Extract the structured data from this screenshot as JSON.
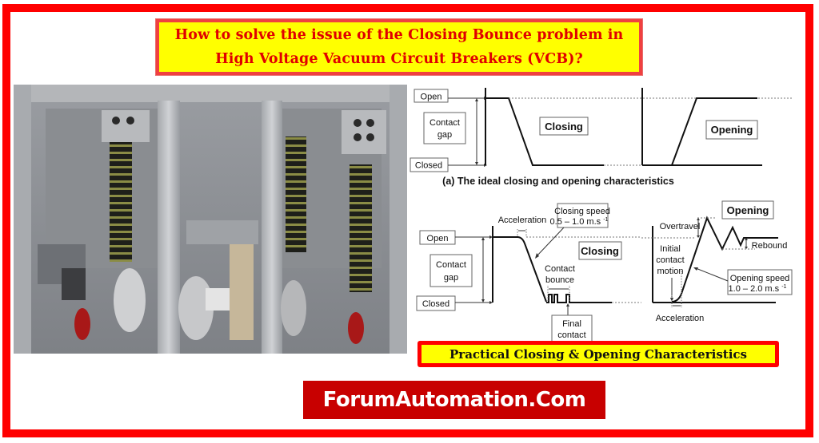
{
  "title": {
    "line1": "How to solve the issue of the Closing Bounce problem in",
    "line2": "High Voltage Vacuum Circuit Breakers (VCB)?",
    "text_color": "#e00000",
    "background_color": "#ffff00"
  },
  "frame": {
    "border_color": "#ff0000"
  },
  "photo": {
    "description": "Vacuum circuit breaker spring operating mechanism"
  },
  "diagram_ideal": {
    "caption": "(a) The ideal closing and opening characteristics",
    "labels": {
      "open": "Open",
      "contact_gap_line1": "Contact",
      "contact_gap_line2": "gap",
      "closed": "Closed",
      "closing": "Closing",
      "opening": "Opening"
    }
  },
  "diagram_practical": {
    "labels": {
      "open": "Open",
      "contact_gap_line1": "Contact",
      "contact_gap_line2": "gap",
      "closed": "Closed",
      "acceleration_top": "Acceleration",
      "closing_speed_line1": "Closing speed",
      "closing_speed_line2": "0.5 – 1.0 m.s",
      "closing_speed_exp": "-1",
      "closing": "Closing",
      "contact_bounce_line1": "Contact",
      "contact_bounce_line2": "bounce",
      "final_contact_line1": "Final",
      "final_contact_line2": "contact",
      "opening": "Opening",
      "overtravel": "Overtravel",
      "rebound": "Rebound",
      "initial_line1": "Initial",
      "initial_line2": "contact",
      "initial_line3": "motion",
      "opening_speed_line1": "Opening speed",
      "opening_speed_line2": "1.0 – 2.0 m.s",
      "opening_speed_exp": "-1",
      "acceleration_bottom": "Acceleration"
    }
  },
  "subtitle": {
    "text": "Practical Closing & Opening Characteristics",
    "border_color": "#ff0000",
    "background_color": "#ffff00"
  },
  "brand": {
    "text": "ForumAutomation.Com",
    "background_color": "#c80000"
  }
}
